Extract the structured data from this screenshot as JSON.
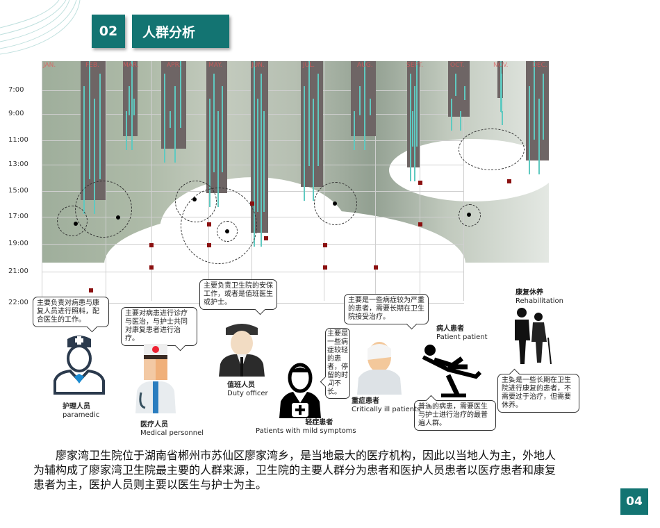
{
  "header": {
    "number": "02",
    "title": "人群分析"
  },
  "timeline": {
    "months": [
      "JAN.",
      "FEB.",
      "MAR.",
      "APR.",
      "MAY.",
      "JUN.",
      "JUL.",
      "AUG.",
      "SEPT.",
      "OCT.",
      "NOV.",
      "DEC."
    ],
    "times": [
      "7:00",
      "9:00",
      "11:00",
      "13:00",
      "15:00",
      "17:00",
      "19:00",
      "21:00",
      "22:00"
    ],
    "bar_end_hours": [
      null,
      16,
      11,
      12,
      15.5,
      18.5,
      15,
      11,
      13.5,
      9.5,
      8,
      13
    ]
  },
  "bubbles": {
    "nurse": "主要负责对病患与康复人员进行照料，配合医生的工作。",
    "doctor": "主要对病患进行诊疗与医治，与护士共同对康复患者进行治疗。",
    "duty": "主要负责卫生院的安保工作，或者是值班医生或护士。",
    "mild": "主要是一些病症较轻的患者，停留的时间不长。",
    "critical": "主要是一些病症较为严重的患者，需要长期在卫生院接受治疗。",
    "patient": "普通的病患，需要医生与护士进行治疗的最普遍人群。",
    "rehab": "主要是一些长期在卫生院进行康复的患者，不需要过于治疗，但需要休养。"
  },
  "roles": {
    "nurse": {
      "cn": "护理人员",
      "en": "paramedic"
    },
    "doctor": {
      "cn": "医疗人员",
      "en": "Medical personnel"
    },
    "duty": {
      "cn": "值班人员",
      "en": "Duty officer"
    },
    "mild": {
      "cn": "轻症患者",
      "en": "Patients with mild symptoms"
    },
    "critical": {
      "cn": "重症患者",
      "en": "Critically ill patients"
    },
    "patient": {
      "cn": "病人患者",
      "en": "Patient patient"
    },
    "rehab": {
      "cn": "康复休养",
      "en": "Rehabilitation"
    }
  },
  "paragraph": "廖家湾卫生院位于湖南省郴州市苏仙区廖家湾乡，是当地最大的医疗机构，因此以当地人为主，外地人为辅构成了廖家湾卫生院最主要的人群来源，卫生院的主要人群分为患者和医护人员患者以医疗患者和康复患者为主，医护人员则主要以医生与护士为主。",
  "page_number": "04",
  "colors": {
    "accent": "#137472",
    "bar": "#6e6565",
    "teal": "#5fc9c0",
    "marker": "#8b1010"
  }
}
